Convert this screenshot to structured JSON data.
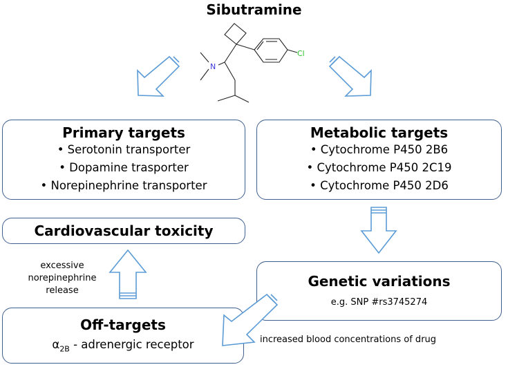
{
  "title": "Sibutramine",
  "molecule": {
    "atoms": {
      "nitrogen": "N",
      "chlorine": "Cl"
    },
    "colors": {
      "bond": "#222222",
      "nitrogen": "#3a3adf",
      "chlorine": "#2cc02c"
    }
  },
  "primary": {
    "title": "Primary targets",
    "items": [
      "• Serotonin transporter",
      "• Dopamine trasporter",
      "• Norepinephrine transporter"
    ]
  },
  "metabolic": {
    "title": "Metabolic targets",
    "items": [
      "• Cytochrome P450 2B6",
      "• Cytochrome P450 2C19",
      "• Cytochrome P450 2D6"
    ]
  },
  "cardio": {
    "title": "Cardiovascular toxicity"
  },
  "genetic": {
    "title": "Genetic variations",
    "example": "e.g. SNP #rs3745274"
  },
  "offtargets": {
    "title": "Off-targets",
    "alpha": "α",
    "subscript": "2B",
    "receptor": " - adrenergic receptor"
  },
  "annotations": {
    "release": [
      "excessive",
      "norepinephrine",
      "release"
    ],
    "concentration": "increased blood concentrations of drug"
  },
  "colors": {
    "arrow": "#5b9bd5",
    "box_border": "#3f5f8f"
  }
}
